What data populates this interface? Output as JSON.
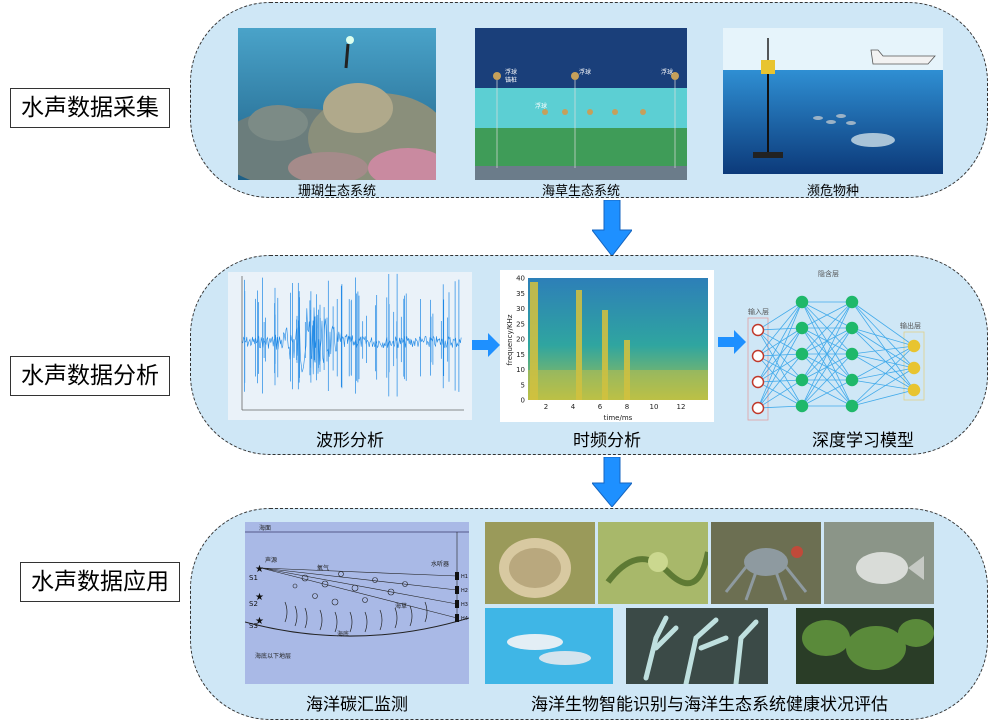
{
  "rows": {
    "acquisition": {
      "label": "水声数据采集"
    },
    "analysis": {
      "label": "水声数据分析"
    },
    "application": {
      "label": "水声数据应用"
    }
  },
  "acquisition": {
    "captions": [
      "珊瑚生态系统",
      "海草生态系统",
      "濒危物种"
    ],
    "seagrass_tags": [
      "浮球",
      "锚桩",
      "浮球",
      "浮球",
      "浮球"
    ]
  },
  "analysis": {
    "captions": [
      "波形分析",
      "时频分析",
      "深度学习模型"
    ],
    "spectrogram": {
      "ylabel": "frequency/KHz",
      "xlabel": "time/ms",
      "yticks": [
        "40",
        "35",
        "30",
        "25",
        "20",
        "15",
        "10",
        "5",
        "0"
      ],
      "xticks": [
        "2",
        "4",
        "6",
        "8",
        "10",
        "12"
      ]
    },
    "nn_layers": [
      "输入层",
      "隐含层",
      "输出层"
    ]
  },
  "application": {
    "captions": [
      "海洋碳汇监测",
      "海洋生物智能识别与海洋生态系统健康状况评估"
    ],
    "carbon": {
      "top": "海面",
      "source": "声源",
      "bubble": "氧气",
      "receiver": "水听器",
      "seabed": "海底",
      "below": "海底以下地层",
      "grass": "海草",
      "sources": [
        "S1",
        "S2",
        "S3"
      ],
      "hydrophones": [
        "H1",
        "H2",
        "H3",
        "H4"
      ]
    }
  },
  "colors": {
    "band": "#cfe7f6",
    "arrow": "#1e90ff",
    "wave": "#1e88e5",
    "carbon_bg": "#a9b9e6"
  }
}
